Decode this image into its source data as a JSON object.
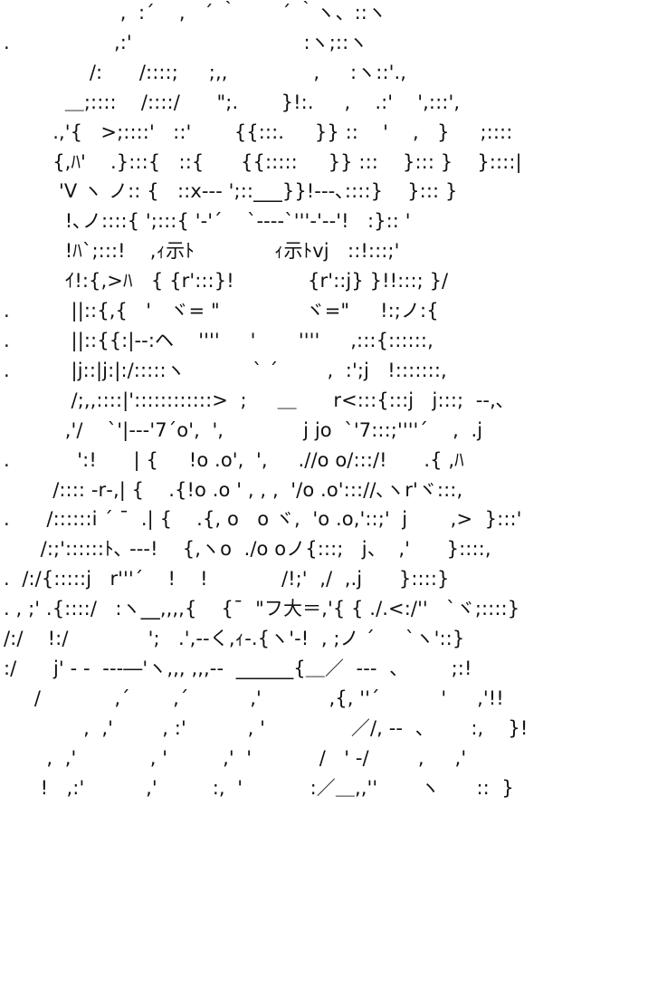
{
  "art": {
    "lines": [
      "                   ,  :´    ,   ´ ｀       ´ ｀ヽ、::ヽ",
      ".                 ,:'                            :ヽ;::ヽ",
      "              /:      /::::;     ;,,              ,     :ヽ::'.,",
      "          ＿;::::    /::::/      \";.       }!:.     ,    .:'    ',:::',",
      "        .,'{   >;::::'   ::'       {{:::.     }} ::    '    ,   }     ;::::",
      "        {,ﾊ'    .}:::{   ::{      {{:::::     }} :::    }::: }    }::::|",
      "         'V ヽ ノ:: {   ::x‐‐‐ ';::___}}!‐‐‐､::::}    }::: }",
      "          !､ノ::::{ ';:::{ '‐'´    `‐‐‐‐`'''‐'‐‐'!   :}:: '",
      "          !ﾊ`;:::!    ,ｨ示ﾄ             ｨ示ﾄvj   ::!:::;'",
      "          ｲ!:{,>ﾊ   { {r':::}!            {r'::j} }!!:::; }/",
      ".          ||::{,{   '   ヾ= \"              ヾ=\"     !:;ノ:{",
      ".          ||::{{:|‐‐:ヘ    ''''     '       ''''     ,:::{::::::,",
      ".          |j::|j:|:/:::::ヽ           ` ´        ,  :';j   !:::::::,",
      "           /;,,::::|'::::::::::::>  ;     ＿      r<:::{:::j   j:::;  ‐‐,､",
      "          ,'/    `'|‐‐‐'7´o',  ',             j jo  `'7:::;''''´    ,  .j",
      ".           ':!      | {     !o .o',  ',     .//o o/:::/!      .{ ,ﾊ",
      "        /:::: ‐r‐,| {    .{!o .o ' , , ,  '/o .o'::://､ヽr'ヾ:::,",
      ".      /::::::i ´ ¯  .| {    .{, o   o ヾ,  'o .o,'::;'  j       ,>  }:::'",
      "      /:;'::::::ﾄ､ ‐‐‐!    {,ヽo  ./o oノ{:::;   j、  ,'      }::::,",
      ".  /:/{:::::j   r'''´    !    !            /!;'  ,/  ,.j      }::::}",
      ". , ;' .{::::/   :ヽ__,,,,{    {¯  \"フ大＝,'{ { ./.<:/''   `ヾ;::::}",
      "/:/    !:/             ';   .',‐‐く,ｨ‐.{ヽ'‐!  , ;ノ ´     `ヽ'::}",
      ":/      j' ‐ ‐  ‐‐‐―'ヽ,,, ,,,‐‐  ______{＿／  ‐‐‐  、       ;:!",
      "     /            ,´       ,´          ,'           ,{, ''´          '     ,'!!",
      "             ,  ,'        , :'          , '              ／/, ‐‐  、      :,    }!",
      "       ,  ,'            , '         ,'  '           /   ' ‐/        ,     ,'",
      "      !   ,:'          ,'         :,  '           :／＿,,''       ヽ      ::  }"
    ]
  }
}
